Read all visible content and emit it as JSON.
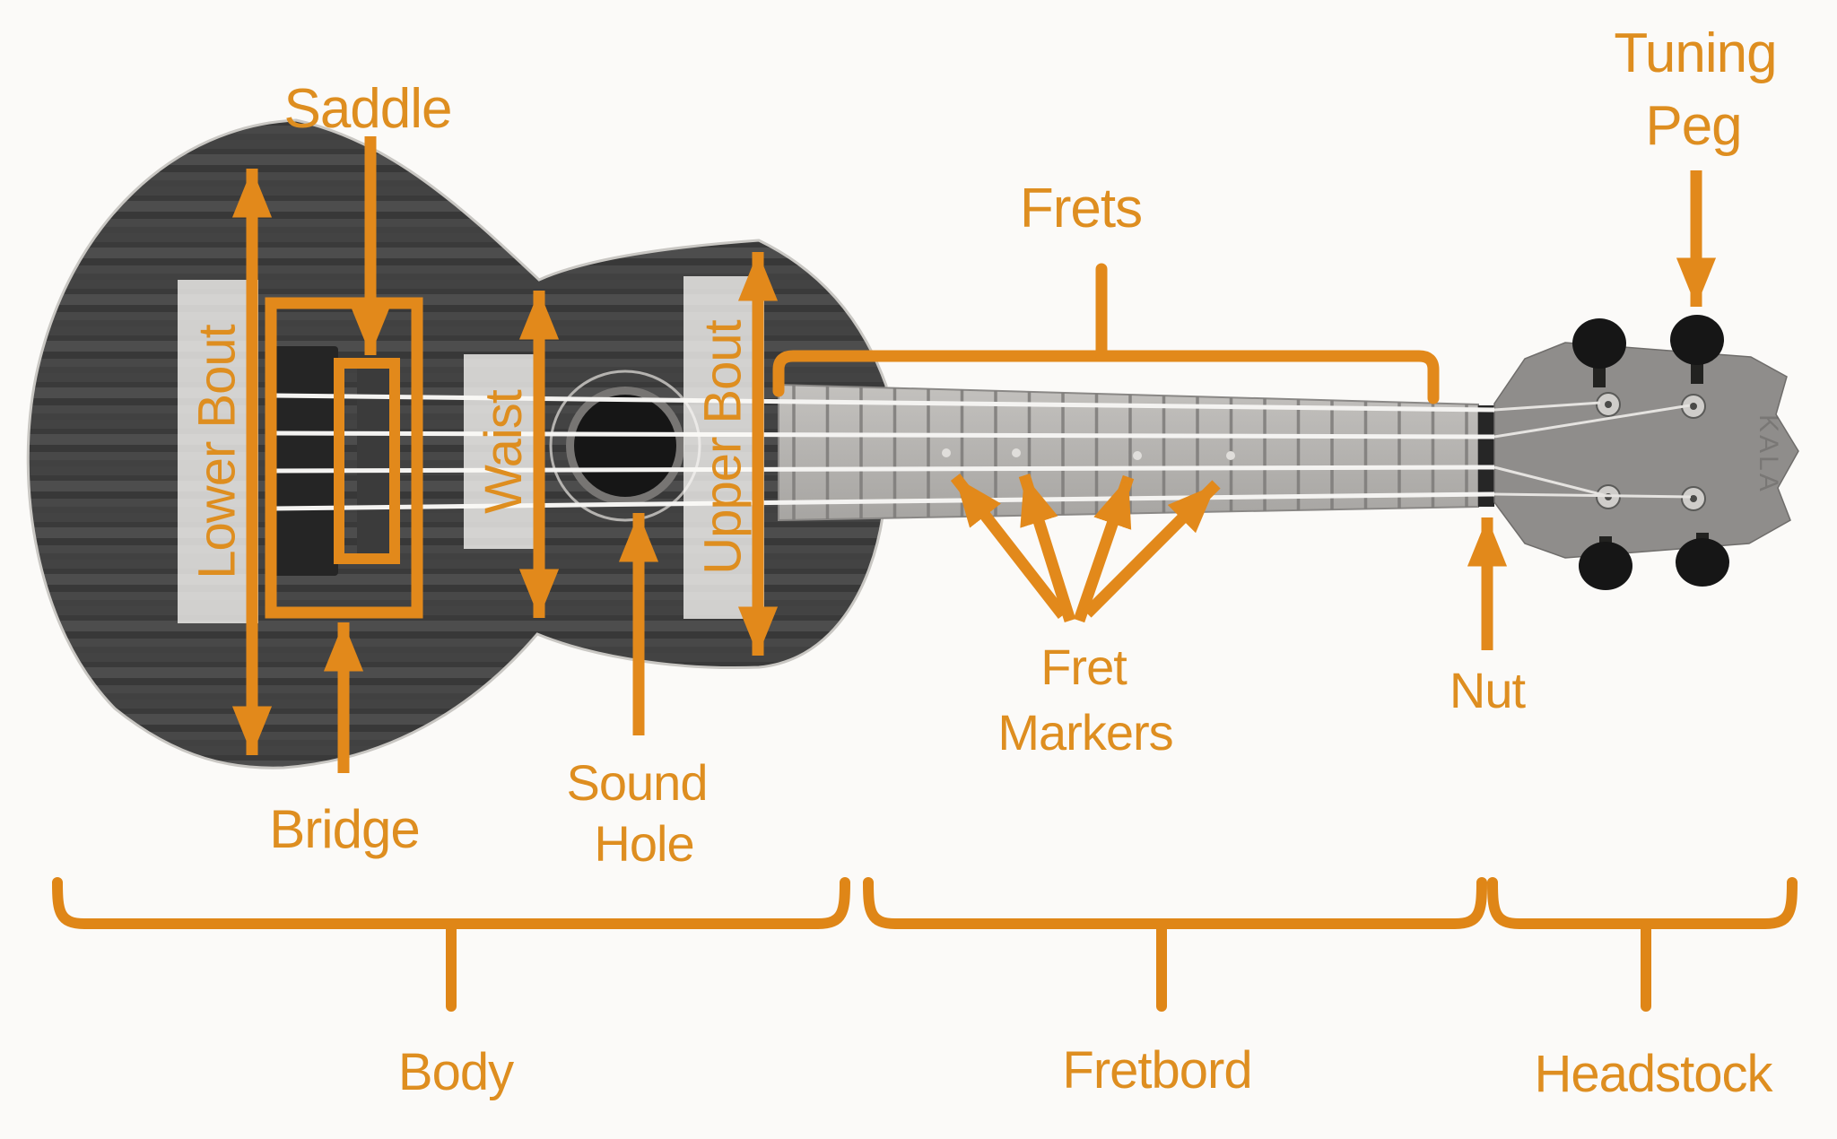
{
  "colors": {
    "accent_orange": "#E2891B",
    "label_orange": "#DE8E20",
    "body_wood_dark": "#454545",
    "fretboard_gray": "#b4b2af",
    "background": "#fbfaf8"
  },
  "labels": {
    "saddle": "Saddle",
    "lower_bout": "Lower Bout",
    "waist": "Waist",
    "upper_bout": "Upper Bout",
    "frets": "Frets",
    "tuning_peg": [
      "Tuning",
      "Peg"
    ],
    "sound_hole": [
      "Sound",
      "Hole"
    ],
    "bridge": "Bridge",
    "fret_markers": [
      "Fret",
      "Markers"
    ],
    "nut": "Nut",
    "body": "Body",
    "fretboard": "Fretbord",
    "headstock": "Headstock",
    "brand": "KALA"
  }
}
